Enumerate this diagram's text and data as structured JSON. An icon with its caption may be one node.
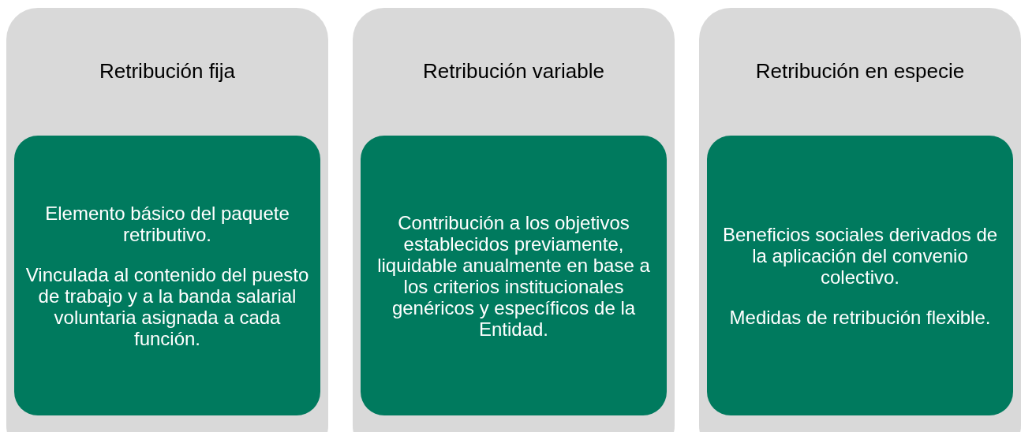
{
  "diagram": {
    "nodes": [
      {
        "text": [
          "Retribución fija"
        ]
      },
      {
        "text": [
          "Elemento básico del paquete retributivo.",
          "Vinculada al contenido del puesto de trabajo y a la banda salarial voluntaria asignada a cada función."
        ],
        "in": 0
      },
      {
        "text": [
          "Retribución variable"
        ]
      },
      {
        "text": [
          "Contribución a los objetivos establecidos previamente, liquidable anualmente en base a los criterios institucionales genéricos y específicos de la Entidad."
        ],
        "in": 2
      },
      {
        "text": [
          "Retribución en especie"
        ]
      },
      {
        "text": [
          "Beneficios sociales derivados de la aplicación del convenio colectivo.",
          "Medidas de retribución flexible."
        ],
        "in": 4
      }
    ]
  }
}
